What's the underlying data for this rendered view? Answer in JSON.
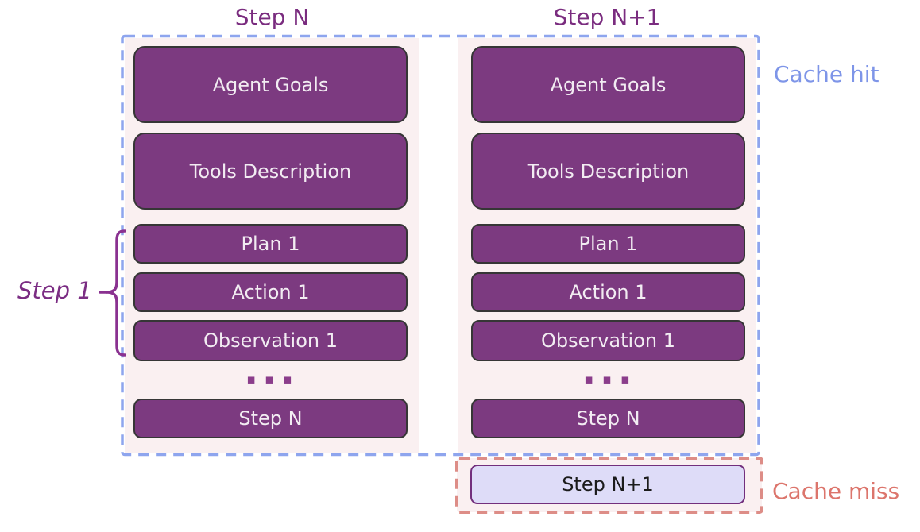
{
  "titles": {
    "left": "Step N",
    "right": "Step N+1"
  },
  "columns": {
    "left": {
      "agent_goals": "Agent Goals",
      "tools_description": "Tools Description",
      "plan": "Plan 1",
      "action": "Action 1",
      "observation": "Observation 1",
      "ellipsis": "▪ ▪ ▪",
      "step_n": "Step N"
    },
    "right": {
      "agent_goals": "Agent Goals",
      "tools_description": "Tools Description",
      "plan": "Plan 1",
      "action": "Action 1",
      "observation": "Observation 1",
      "ellipsis": "▪ ▪ ▪",
      "step_n": "Step N",
      "new_step": "Step N+1"
    }
  },
  "annotations": {
    "cache_hit": "Cache hit",
    "cache_miss": "Cache miss",
    "step_1": "Step 1"
  },
  "colors": {
    "box_fill": "#7c3a80",
    "box_border": "#363636",
    "box_text": "#f2ecf2",
    "column_bg": "#faf0f1",
    "cache_hit_border": "#8ea5ee",
    "cache_hit_text": "#7e95e8",
    "cache_miss_border": "#dd8d87",
    "cache_miss_text": "#dc756c",
    "new_step_fill": "#dedcf8",
    "new_step_border": "#722f7d",
    "title_text": "#7a2c7f",
    "brace": "#8a3190"
  }
}
